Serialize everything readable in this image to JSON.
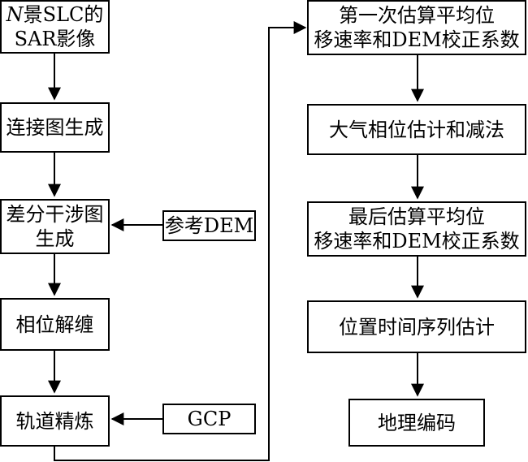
{
  "flowchart": {
    "left_column": {
      "sar_input": {
        "line1_italic": "N",
        "line1_rest": "景SLC的",
        "line2": "SAR影像"
      },
      "connect_graph": "连接图生成",
      "diff_interferogram": {
        "line1": "差分干涉图",
        "line2": "生成"
      },
      "phase_unwrap": "相位解缠",
      "orbit_refine": "轨道精炼"
    },
    "side_inputs": {
      "reference_dem": "参考DEM",
      "gcp": "GCP"
    },
    "right_column": {
      "first_estimate": {
        "line1": "第一次估算平均位",
        "line2": "移速率和DEM校正系数"
      },
      "atmosphere_removal": "大气相位估计和减法",
      "final_estimate": {
        "line1": "最后估算平均位",
        "line2": "移速率和DEM校正系数"
      },
      "position_timeseries": "位置时间序列估计",
      "geocoding": "地理编码"
    }
  }
}
